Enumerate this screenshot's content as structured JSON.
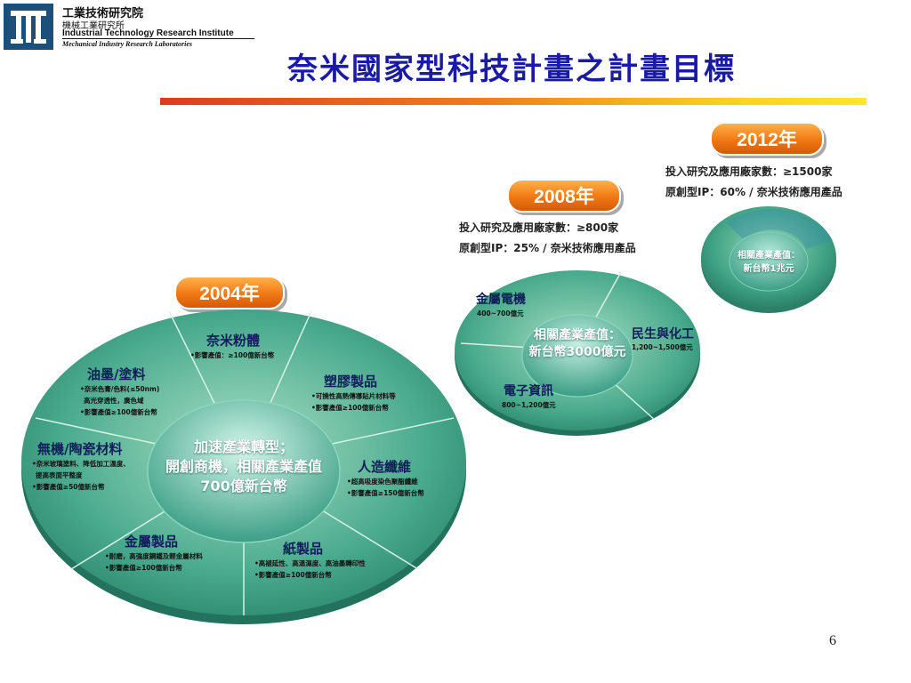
{
  "org": {
    "name_zh": "工業技術研究院",
    "sub_zh": "機械工業研究所",
    "name_en": "Industrial Technology Research Institute",
    "sub_en": "Mechanical Industry Research Laboratories"
  },
  "title": "奈米國家型科技計畫之計畫目標",
  "page_number": "6",
  "colors": {
    "title": "#1a1aa8",
    "badge": "#f07814",
    "disc": "#3aa58a",
    "hub": "#5fc7a8"
  },
  "y2004": {
    "badge": "2004年",
    "center": [
      "加速產業轉型；",
      "開創商機，相關產業產值",
      "700億新台幣"
    ],
    "segments": [
      {
        "title": "奈米粉體",
        "notes": [
          "•影響產值：≥100億新台幣"
        ]
      },
      {
        "title": "油墨/塗料",
        "notes": [
          "•奈米色膏/色料(≤50nm)",
          "高光穿透性，廣色域",
          "•影響產值≥100億新台幣"
        ]
      },
      {
        "title": "塑膠製品",
        "notes": [
          "•可撓性高熱傳導貼片材料等",
          "•影響產值≥100億新台幣"
        ]
      },
      {
        "title": "無機/陶瓷材料",
        "notes": [
          "•奈米玻璃塗料、降低加工溫度、",
          "提高表面平整度",
          "•影響產值≥50億新台幣"
        ]
      },
      {
        "title": "人造纖維",
        "notes": [
          "•超高吸度染色聚酯纖維",
          "•影響產值≥150億新台幣"
        ]
      },
      {
        "title": "金屬製品",
        "notes": [
          "•耐磨，高強度鋼鐵及輕金屬材料",
          "•影響產值≥100億新台幣"
        ]
      },
      {
        "title": "紙製品",
        "notes": [
          "•高褪延性、高溫濕度、高油墨轉印性",
          "•影響產值≥100億新台幣"
        ]
      }
    ]
  },
  "y2008": {
    "badge": "2008年",
    "stat1": "投入研究及應用廠家數：≥800家",
    "stat2": "原創型IP：25% / 奈米技術應用產品",
    "center": [
      "相關產業產值：",
      "新台幣3000億元"
    ],
    "segments": [
      {
        "title": "金屬電機",
        "notes": [
          "400~700億元"
        ]
      },
      {
        "title": "民生與化工",
        "notes": [
          "1,200~1,500億元"
        ]
      },
      {
        "title": "電子資訊",
        "notes": [
          "800~1,200億元"
        ]
      }
    ]
  },
  "y2012": {
    "badge": "2012年",
    "stat1": "投入研究及應用廠家數：≥1500家",
    "stat2": "原創型IP：60% / 奈米技術應用產品",
    "center": [
      "相關產業產值：",
      "新台幣1兆元"
    ]
  }
}
